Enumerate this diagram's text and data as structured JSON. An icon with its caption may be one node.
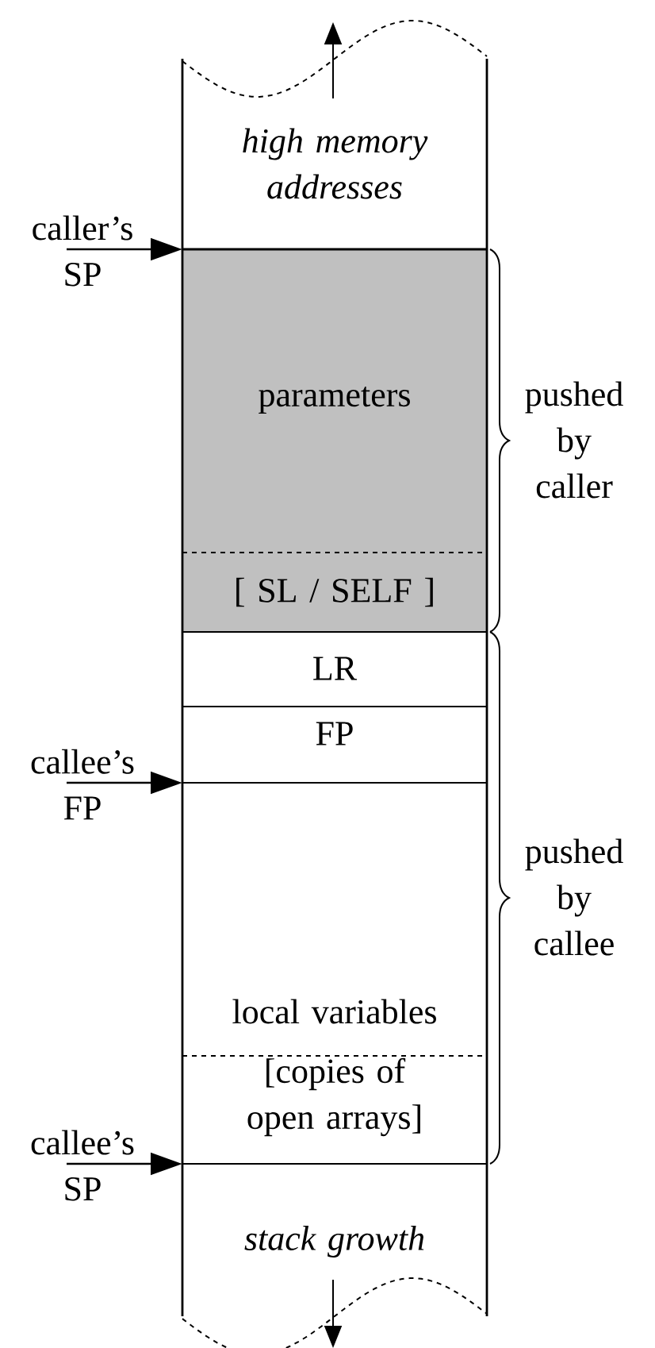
{
  "diagram": {
    "nodes": [
      {
        "text": [
          "high memory addresses"
        ]
      },
      {
        "text": [
          "parameters"
        ]
      },
      {
        "text": [
          "[ SL / SELF ]"
        ]
      },
      {
        "text": [
          "LR"
        ]
      },
      {
        "text": [
          "FP"
        ]
      },
      {
        "text": [
          "local variables"
        ]
      },
      {
        "text": [
          "[copies of open arrays]"
        ]
      },
      {
        "text": [
          "stack growth"
        ]
      },
      {
        "text": [
          "caller’s SP"
        ]
      },
      {
        "text": [
          "callee’s FP"
        ]
      },
      {
        "text": [
          "callee’s SP"
        ]
      }
    ],
    "edges": [
      {
        "from": 8,
        "to": null,
        "arrow": "to"
      },
      {
        "from": 9,
        "to": null,
        "arrow": "to"
      },
      {
        "from": 10,
        "to": null,
        "arrow": "to"
      }
    ],
    "labels": [
      "pushed by caller",
      "pushed by callee"
    ]
  }
}
